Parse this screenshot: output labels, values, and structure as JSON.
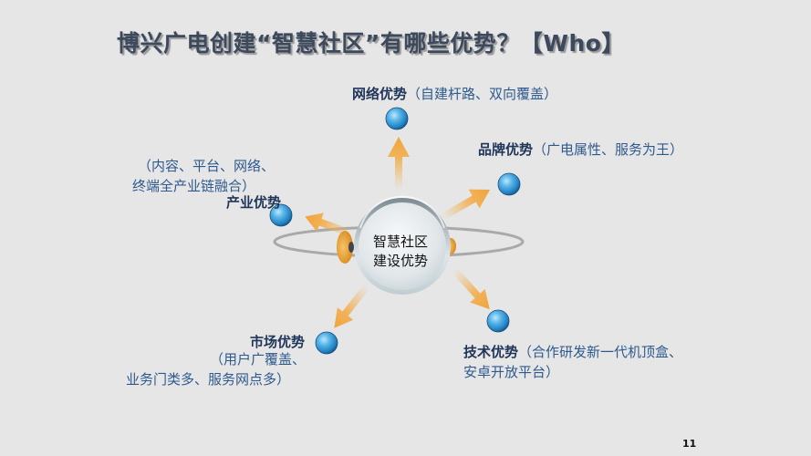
{
  "slide": {
    "title": "博兴广电创建“智慧社区”有哪些优势？【Who】",
    "page_number": "11",
    "background_color": "#e6e6e6",
    "title_color": "#3d4a5e"
  },
  "diagram": {
    "center": {
      "line1": "智慧社区",
      "line2": "建设优势"
    },
    "arrow_color": "#f0a43a",
    "node_color": "#3a9ad6",
    "orbit_color": "#a8a8a8",
    "nodes": [
      {
        "id": "network",
        "title": "网络优势",
        "desc_lines": [
          "（自建杆路、双向覆盖）"
        ],
        "icon": "blue-sphere-icon"
      },
      {
        "id": "brand",
        "title": "品牌优势",
        "desc_lines": [
          "（广电属性、服务为王）"
        ],
        "icon": "blue-sphere-icon"
      },
      {
        "id": "industry",
        "title": "产业优势",
        "desc_lines": [
          "（内容、平台、网络、",
          "终端全产业链融合）"
        ],
        "icon": "blue-sphere-icon"
      },
      {
        "id": "market",
        "title": "市场优势",
        "desc_lines": [
          "（用户广覆盖、",
          "业务门类多、服务网点多）"
        ],
        "icon": "blue-sphere-icon"
      },
      {
        "id": "technology",
        "title": "技术优势",
        "desc_lines": [
          "（合作研发新一代机顶盒、",
          "安卓开放平台）"
        ],
        "icon": "blue-sphere-icon"
      }
    ]
  }
}
